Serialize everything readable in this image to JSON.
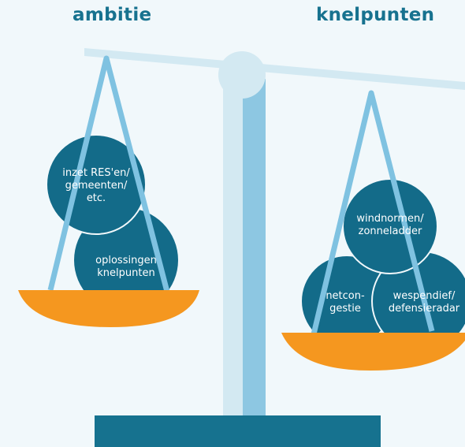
{
  "headings": {
    "left": "ambitie",
    "right": "knelpunten"
  },
  "left_pan": {
    "balls": [
      {
        "label": "inzet RES'en/\ngemeenten/\netc."
      },
      {
        "label": "oplossingen\nknelpunten"
      }
    ]
  },
  "right_pan": {
    "balls": [
      {
        "label": "windnormen/\nzonneladder"
      },
      {
        "label": "netcon-\ngestie"
      },
      {
        "label": "wespendief/\ndefensieradar"
      }
    ]
  },
  "colors": {
    "background": "#f1f8fb",
    "heading": "#17728f",
    "ball": "#136b89",
    "pan": "#f5971f",
    "beam": "#d3e9f2",
    "pillar_shadow": "#8dc7e2",
    "rope": "#7fc2e1",
    "base": "#16728f"
  }
}
